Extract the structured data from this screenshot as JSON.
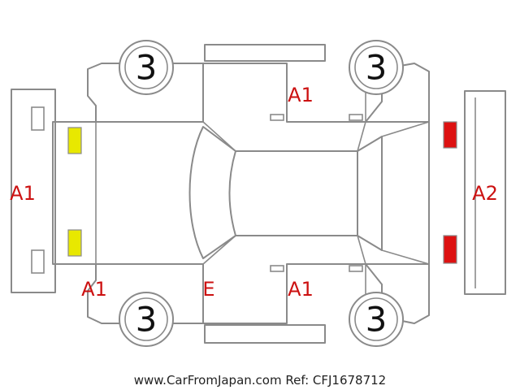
{
  "colors": {
    "outline": "#8a8a8a",
    "damage_code": "#cc1111",
    "front_lamp": "#e8e800",
    "rear_lamp": "#dd1111",
    "tire_number": "#111111"
  },
  "tire_ratings": {
    "front_top": "3",
    "rear_top": "3",
    "front_bottom": "3",
    "rear_bottom": "3"
  },
  "damage_codes": {
    "front_bumper": "A1",
    "top_doors": "A1",
    "rear_bumper": "A2",
    "front_fender_bottom": "A1",
    "a_pillar_bottom": "E",
    "bottom_doors": "A1"
  },
  "footer": "www.CarFromJapan.com Ref: CFJ1678712"
}
